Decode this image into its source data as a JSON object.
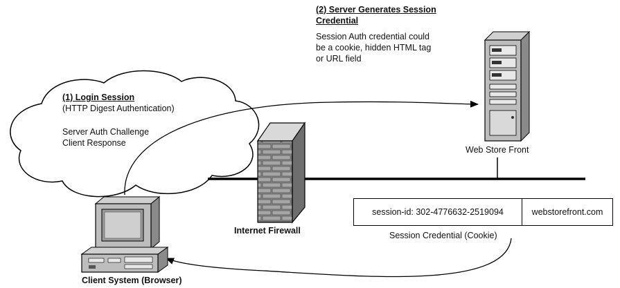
{
  "step1": {
    "title": "(1) Login Session",
    "subtitle": "(HTTP Digest Authentication)",
    "lines": [
      "Server Auth Challenge",
      "Client Response"
    ]
  },
  "step2": {
    "title_line1": "(2) Server Generates Session",
    "title_line2": "Credential",
    "desc_lines": [
      "Session Auth credential could",
      "be a cookie, hidden HTML tag",
      "or URL field"
    ]
  },
  "labels": {
    "server": "Web Store Front",
    "firewall": "Internet Firewall",
    "client": "Client System (Browser)",
    "cookie_caption": "Session Credential (Cookie)"
  },
  "cookie": {
    "session_id": "session-id: 302-4776632-2519094",
    "domain": "webstorefront.com"
  }
}
